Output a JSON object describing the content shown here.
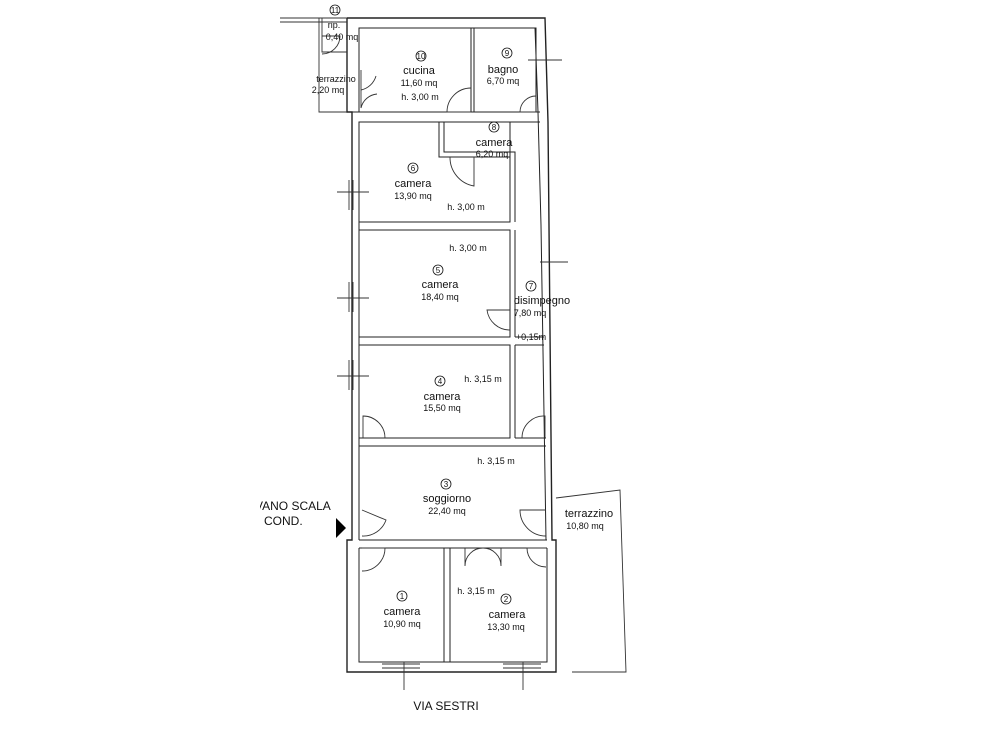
{
  "rooms": {
    "r1": {
      "num": "1",
      "name": "camera",
      "area": "10,90 mq"
    },
    "r2": {
      "num": "2",
      "name": "camera",
      "area": "13,30 mq",
      "height": "h. 3,15 m"
    },
    "r3": {
      "num": "3",
      "name": "soggiorno",
      "area": "22,40 mq",
      "height": "h. 3,15 m"
    },
    "r4": {
      "num": "4",
      "name": "camera",
      "area": "15,50 mq",
      "height": "h. 3,15 m"
    },
    "r5": {
      "num": "5",
      "name": "camera",
      "area": "18,40 mq",
      "height": "h. 3,00 m"
    },
    "r6": {
      "num": "6",
      "name": "camera",
      "area": "13,90 mq",
      "height": "h. 3,00 m"
    },
    "r7": {
      "num": "7",
      "name": "disimpegno",
      "area": "7,80 mq",
      "level": "+0,15m"
    },
    "r8": {
      "num": "8",
      "name": "camera",
      "area": "6,20 mq"
    },
    "r9": {
      "num": "9",
      "name": "bagno",
      "area": "6,70 mq"
    },
    "r10": {
      "num": "10",
      "name": "cucina",
      "area": "11,60 mq",
      "height": "h. 3,00 m"
    },
    "r11": {
      "num": "11",
      "name": "rip.",
      "area": "0,40 mq"
    }
  },
  "terraces": {
    "north": {
      "name": "terrazzino",
      "area": "2,20 mq"
    },
    "east": {
      "name": "terrazzino",
      "area": "10,80 mq"
    }
  },
  "stair_label": {
    "line1": "VANO SCALA",
    "line2": "COND."
  },
  "street_label": "VIA SESTRI"
}
